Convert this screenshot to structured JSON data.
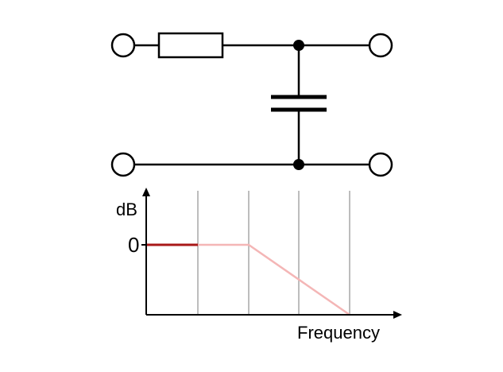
{
  "colors": {
    "wire": "#000000",
    "grid": "#bdbdbd",
    "response_line": "#f4b6b6",
    "highlight_segment": "#a81818",
    "background": "#ffffff"
  },
  "circuit": {
    "components": [
      {
        "type": "terminal",
        "icon": "open-circle"
      },
      {
        "type": "resistor",
        "icon": "rectangle"
      },
      {
        "type": "junction",
        "icon": "filled-dot"
      },
      {
        "type": "capacitor",
        "icon": "parallel-plates"
      }
    ]
  },
  "graph": {
    "ylabel": "dB",
    "xlabel": "Frequency",
    "zero_label": "0"
  }
}
